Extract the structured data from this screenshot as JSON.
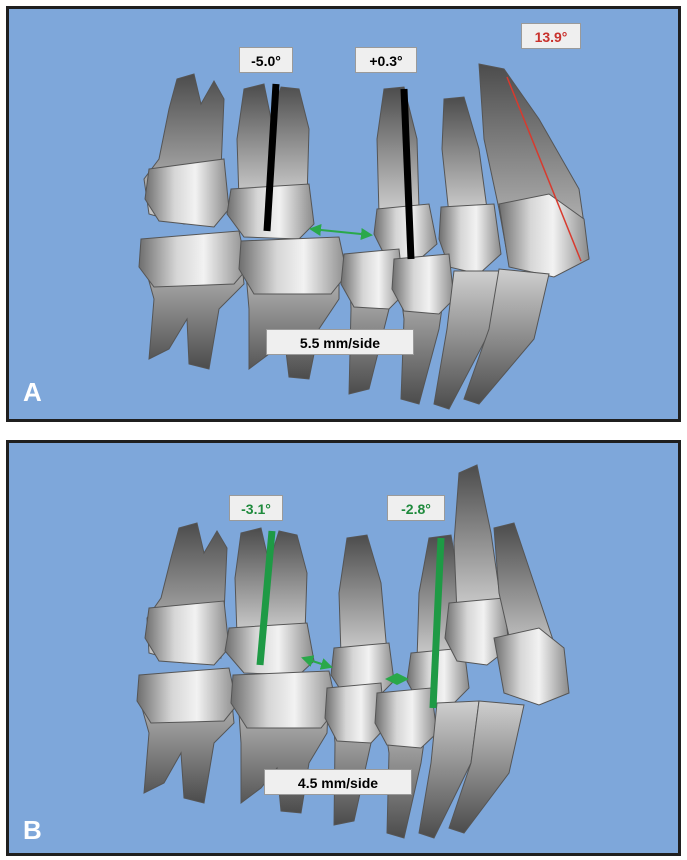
{
  "panels": [
    {
      "id": "A",
      "letter": "A",
      "angles": [
        {
          "text": "-5.0°",
          "color": "#000000"
        },
        {
          "text": "+0.3°",
          "color": "#000000"
        },
        {
          "text": "13.9°",
          "color": "#c8312c"
        }
      ],
      "space": "5.5 mm/side"
    },
    {
      "id": "B",
      "letter": "B",
      "angles": [
        {
          "text": "-3.1°",
          "color": "#1e8a3c"
        },
        {
          "text": "-2.8°",
          "color": "#1e8a3c"
        }
      ],
      "space": "4.5 mm/side"
    }
  ],
  "colors": {
    "background": "#7ea7da",
    "axis_black": "#000000",
    "axis_green": "#1e9a45",
    "axis_red": "#d83a2e",
    "arrow_green": "#2aa84a"
  }
}
